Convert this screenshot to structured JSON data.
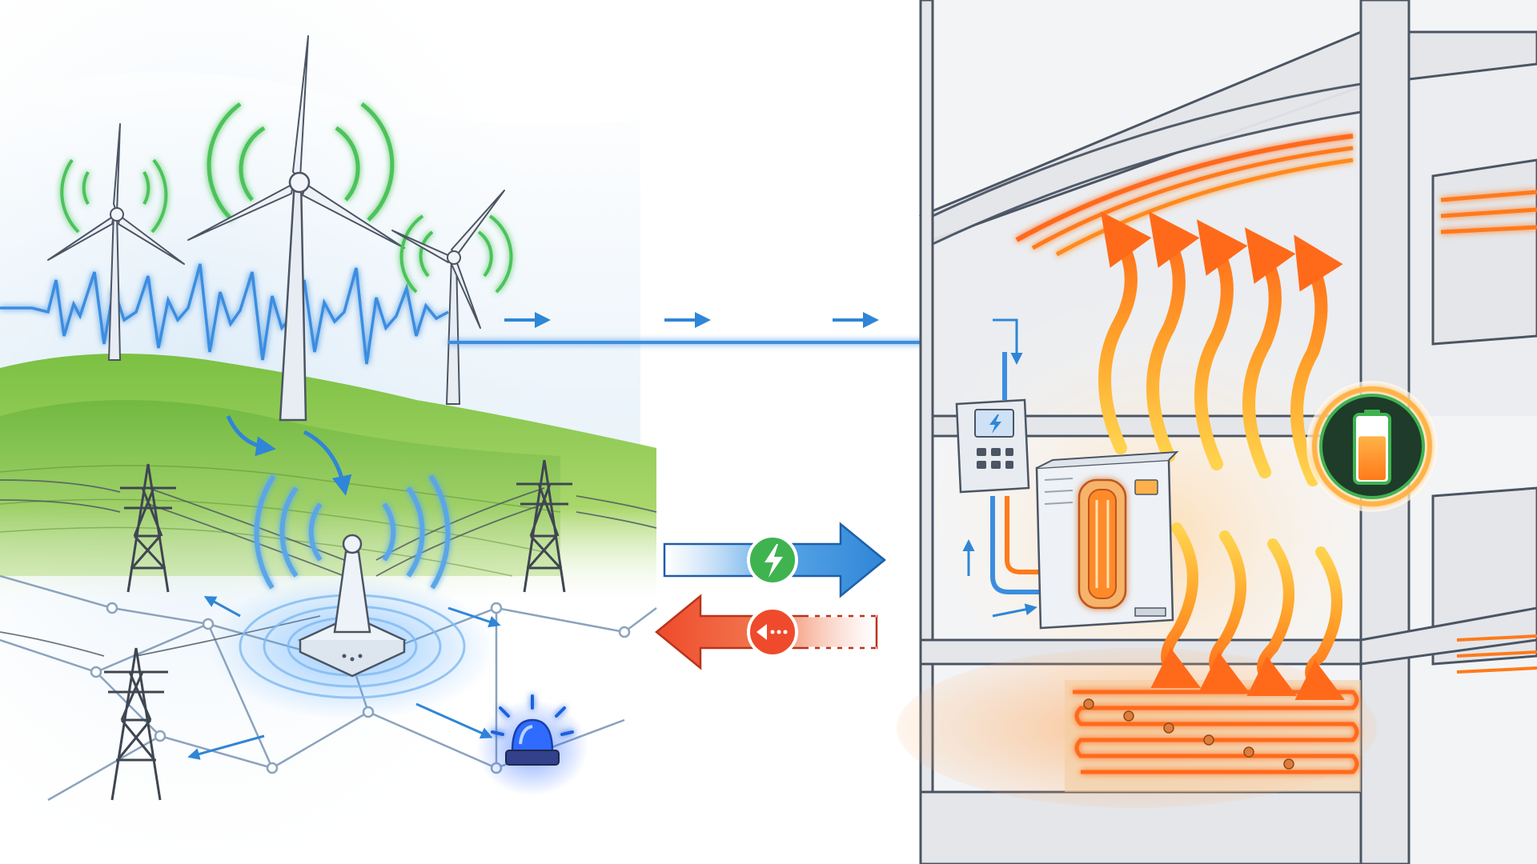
{
  "colors": {
    "signal_blue": "#3b8de0",
    "wind_indicator_green": "#4cc35a",
    "hill_green": "#7bc043",
    "heat_orange": "#ff7a1a",
    "heat_yellow": "#ffc21a",
    "import_arrow_blue": "#2f86d6",
    "export_arrow_red": "#ef4a2c",
    "battery_green": "#3fb34f",
    "alert_blue": "#1d5fe0"
  },
  "scene": {
    "wind_farm": {
      "turbines": 3,
      "status_icon": "signal-wave-icon"
    },
    "grid": {
      "pylons": 3,
      "hub_icon": "antenna-tower-icon",
      "alert_icon": "siren-beacon-icon"
    },
    "power_flow": {
      "import_badge_icon": "lightning-icon",
      "export_badge_icon": "arrow-left-dotted-icon"
    },
    "building": {
      "controller_icon": "lightning-icon",
      "heat_pump_icon": "heat-exchanger-icon",
      "floor_heating": "underfloor-heating-coil",
      "ceiling_heating": "ceiling-heating-coil",
      "battery_level": 0.7,
      "battery_icon": "battery-icon"
    }
  }
}
